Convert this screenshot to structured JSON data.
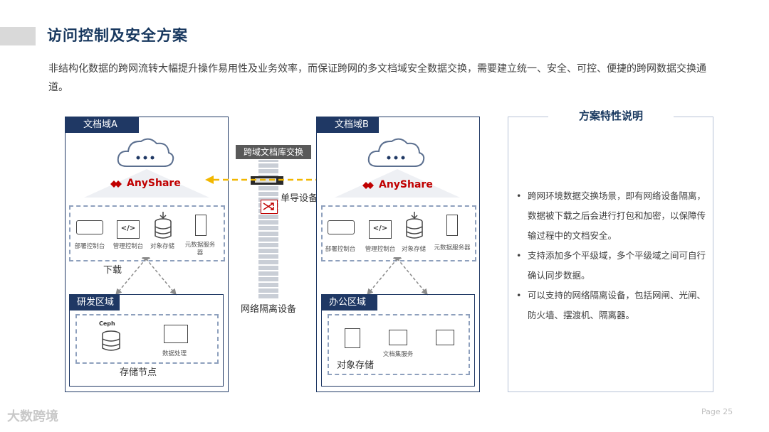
{
  "title": "访问控制及安全方案",
  "intro": "非结构化数据的跨网流转大幅提升操作易用性及业务效率，而保证跨网的多文档域安全数据交换，需要建立统一、安全、可控、便捷的跨网数据交换通道。",
  "domain_a": {
    "tag": "文档域A",
    "brand": "AnyShare",
    "components": [
      "部署控制台",
      "管理控制台",
      "对象存储",
      "元数据服务器"
    ],
    "download_label": "下载",
    "zone_tag": "研发区域",
    "zone_items": [
      "数据处理"
    ],
    "ceph_label": "Ceph",
    "zone_footer": "存储节点"
  },
  "domain_b": {
    "tag": "文档域B",
    "brand": "AnyShare",
    "components": [
      "部署控制台",
      "管理控制台",
      "对象存储",
      "元数据服务器"
    ],
    "zone_tag": "办公区域",
    "zone_items": [
      "文档集服务"
    ],
    "zone_footer": "对象存储"
  },
  "middle": {
    "exchange_label": "跨域文档库交换",
    "oneway_label": "单导设备",
    "isolation_label": "网络隔离设备"
  },
  "panel": {
    "title": "方案特性说明",
    "bullets": [
      "跨网环境数据交换场景，即有网络设备隔离，数据被下载之后会进行打包和加密，以保障传输过程中的文档安全。",
      "支持添加多个平级域，多个平级域之间可自行确认同步数据。",
      "可以支持的网络隔离设备，包括网闸、光闸、防火墙、摆渡机、隔离器。"
    ]
  },
  "watermark": "大数跨境",
  "page": "Page  25",
  "colors": {
    "navy": "#1f3864",
    "title": "#17375e",
    "brand_red": "#c00000",
    "arrow_yellow": "#f2b700"
  }
}
